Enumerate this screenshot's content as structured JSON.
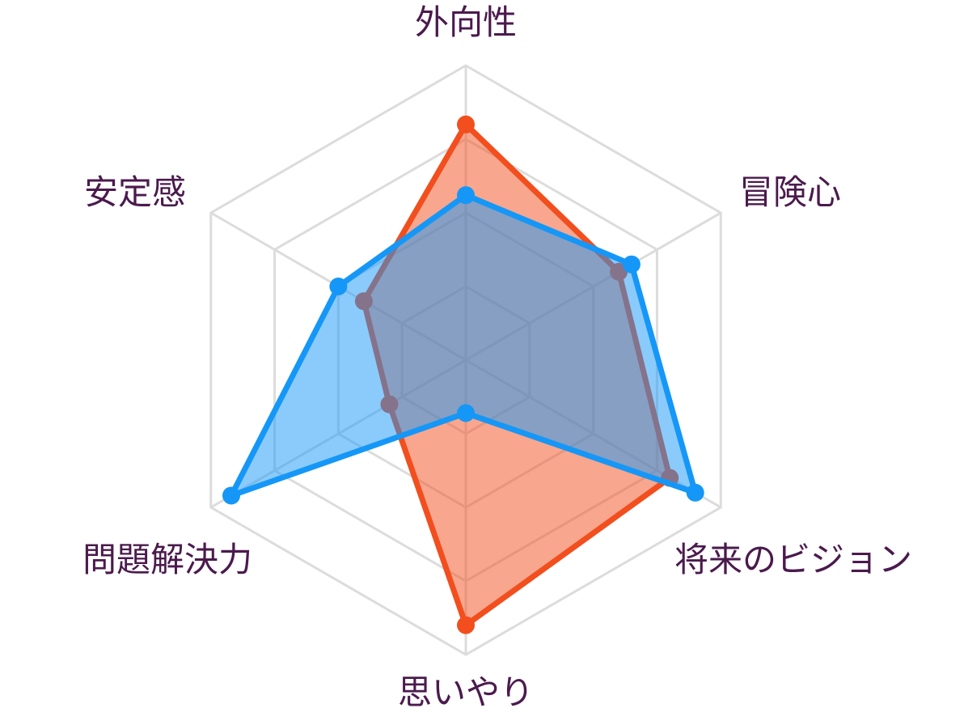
{
  "chart_data": {
    "type": "radar",
    "axes": [
      "外向性",
      "冒険心",
      "将来のビジョン",
      "思いやり",
      "問題解決力",
      "安定感"
    ],
    "range": [
      0,
      100
    ],
    "grid_levels": 4,
    "grid": true,
    "series": [
      {
        "color": "#f24e1e",
        "values": [
          80,
          60,
          80,
          90,
          30,
          40
        ]
      },
      {
        "color": "#1597f7",
        "values": [
          56,
          65,
          90,
          18,
          92,
          50
        ]
      }
    ]
  }
}
